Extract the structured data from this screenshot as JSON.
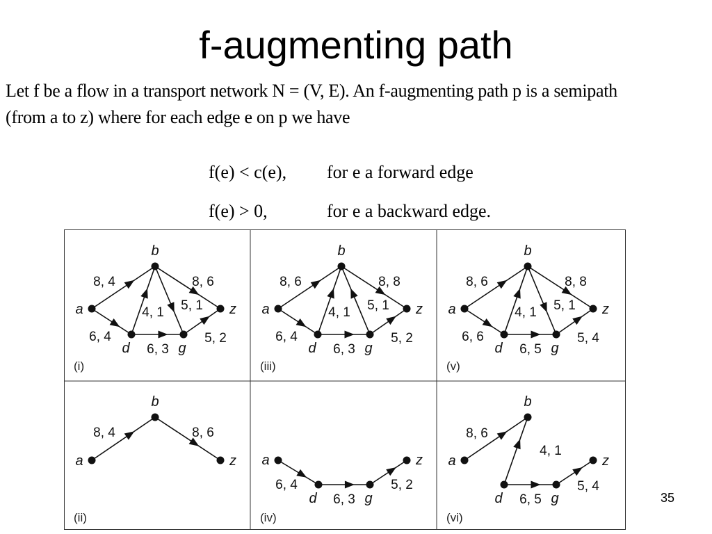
{
  "slide": {
    "title": "f-augmenting path",
    "intro_lines": [
      "Let f be a flow in a transport network N = (V, E). An f-augmenting path p is a semipath",
      "(from a to z) where for each edge e on p we have"
    ],
    "conditions": [
      {
        "expr": "f(e) < c(e),",
        "text": "for e a forward edge"
      },
      {
        "expr": "f(e) > 0,",
        "text": "for e a backward edge."
      }
    ],
    "page_number": "35"
  },
  "panels": [
    {
      "id": "i",
      "label": "(i)",
      "vertices": [
        {
          "name": "a",
          "label": "a"
        },
        {
          "name": "b",
          "label": "b"
        },
        {
          "name": "d",
          "label": "d"
        },
        {
          "name": "g",
          "label": "g"
        },
        {
          "name": "z",
          "label": "z"
        }
      ],
      "edges": [
        {
          "from": "a",
          "to": "b",
          "label": "8, 4"
        },
        {
          "from": "b",
          "to": "z",
          "label": "8, 6"
        },
        {
          "from": "a",
          "to": "d",
          "label": "6, 4"
        },
        {
          "from": "d",
          "to": "b",
          "label": "4, 1"
        },
        {
          "from": "b",
          "to": "g",
          "label": "5, 1"
        },
        {
          "from": "d",
          "to": "g",
          "label": "6, 3"
        },
        {
          "from": "g",
          "to": "z",
          "label": "5, 2"
        }
      ]
    },
    {
      "id": "iii",
      "label": "(iii)",
      "vertices": [
        {
          "name": "a",
          "label": "a"
        },
        {
          "name": "b",
          "label": "b"
        },
        {
          "name": "d",
          "label": "d"
        },
        {
          "name": "g",
          "label": "g"
        },
        {
          "name": "z",
          "label": "z"
        }
      ],
      "edges": [
        {
          "from": "a",
          "to": "b",
          "label": "8, 6"
        },
        {
          "from": "b",
          "to": "z",
          "label": "8, 8"
        },
        {
          "from": "a",
          "to": "d",
          "label": "6, 4"
        },
        {
          "from": "d",
          "to": "b",
          "label": "4, 1"
        },
        {
          "from": "g",
          "to": "b",
          "label": "5, 1"
        },
        {
          "from": "d",
          "to": "g",
          "label": "6, 3"
        },
        {
          "from": "g",
          "to": "z",
          "label": "5, 2"
        }
      ]
    },
    {
      "id": "v",
      "label": "(v)",
      "vertices": [
        {
          "name": "a",
          "label": "a"
        },
        {
          "name": "b",
          "label": "b"
        },
        {
          "name": "d",
          "label": "d"
        },
        {
          "name": "g",
          "label": "g"
        },
        {
          "name": "z",
          "label": "z"
        }
      ],
      "edges": [
        {
          "from": "a",
          "to": "b",
          "label": "8, 6"
        },
        {
          "from": "b",
          "to": "z",
          "label": "8, 8"
        },
        {
          "from": "a",
          "to": "d",
          "label": "6, 6"
        },
        {
          "from": "d",
          "to": "b",
          "label": "4, 1"
        },
        {
          "from": "b",
          "to": "g",
          "label": "5, 1"
        },
        {
          "from": "d",
          "to": "g",
          "label": "6, 5"
        },
        {
          "from": "g",
          "to": "z",
          "label": "5, 4"
        }
      ]
    },
    {
      "id": "ii",
      "label": "(ii)",
      "vertices": [
        {
          "name": "a",
          "label": "a"
        },
        {
          "name": "b",
          "label": "b"
        },
        {
          "name": "z",
          "label": "z"
        }
      ],
      "edges": [
        {
          "from": "a",
          "to": "b",
          "label": "8, 4"
        },
        {
          "from": "b",
          "to": "z",
          "label": "8, 6"
        }
      ]
    },
    {
      "id": "iv",
      "label": "(iv)",
      "vertices": [
        {
          "name": "a",
          "label": "a"
        },
        {
          "name": "d",
          "label": "d"
        },
        {
          "name": "g",
          "label": "g"
        },
        {
          "name": "z",
          "label": "z"
        }
      ],
      "edges": [
        {
          "from": "a",
          "to": "d",
          "label": "6, 4"
        },
        {
          "from": "d",
          "to": "g",
          "label": "6, 3"
        },
        {
          "from": "g",
          "to": "z",
          "label": "5, 2"
        }
      ]
    },
    {
      "id": "vi",
      "label": "(vi)",
      "vertices": [
        {
          "name": "a",
          "label": "a"
        },
        {
          "name": "b",
          "label": "b"
        },
        {
          "name": "d",
          "label": "d"
        },
        {
          "name": "g",
          "label": "g"
        },
        {
          "name": "z",
          "label": "z"
        }
      ],
      "edges": [
        {
          "from": "a",
          "to": "b",
          "label": "8, 6"
        },
        {
          "from": "d",
          "to": "b",
          "label": "4, 1"
        },
        {
          "from": "d",
          "to": "g",
          "label": "6, 5"
        },
        {
          "from": "g",
          "to": "z",
          "label": "5, 4"
        }
      ]
    }
  ]
}
